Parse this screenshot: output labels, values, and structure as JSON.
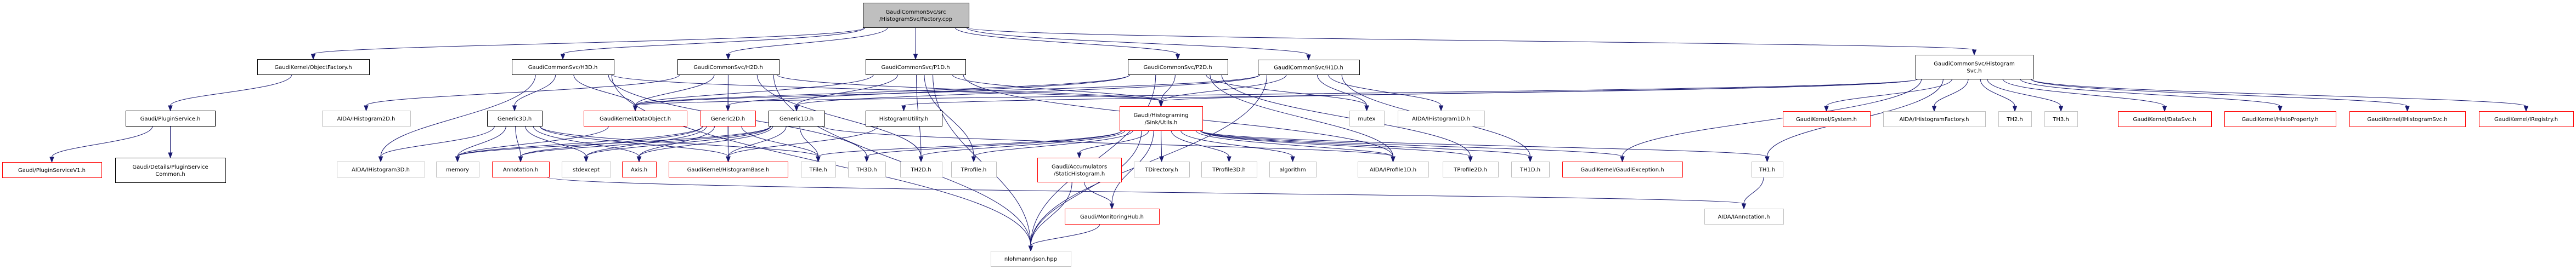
{
  "title": "Include dependency graph for GaudiCommonSvc/src/HistogramSvc/Factory.cpp",
  "colors": {
    "edge": "#191970",
    "root_fill": "#bfbfbf",
    "documented_border": "#000000",
    "undocumented_border": "#ff0000",
    "external_border": "#bfbfbf"
  },
  "nodes": [
    {
      "id": "root",
      "lines": [
        "GaudiCommonSvc/src",
        "/HistogramSvc/Factory.cpp"
      ],
      "style": "root"
    },
    {
      "id": "objfactory",
      "lines": [
        "GaudiKernel/ObjectFactory.h"
      ],
      "style": "doc"
    },
    {
      "id": "h3d",
      "lines": [
        "GaudiCommonSvc/H3D.h"
      ],
      "style": "doc"
    },
    {
      "id": "h2d",
      "lines": [
        "GaudiCommonSvc/H2D.h"
      ],
      "style": "doc"
    },
    {
      "id": "p1d",
      "lines": [
        "GaudiCommonSvc/P1D.h"
      ],
      "style": "doc"
    },
    {
      "id": "p2d",
      "lines": [
        "GaudiCommonSvc/P2D.h"
      ],
      "style": "doc"
    },
    {
      "id": "h1d",
      "lines": [
        "GaudiCommonSvc/H1D.h"
      ],
      "style": "doc"
    },
    {
      "id": "histsvc",
      "lines": [
        "GaudiCommonSvc/Histogram",
        "Svc.h"
      ],
      "style": "doc"
    },
    {
      "id": "pluginsvc",
      "lines": [
        "Gaudi/PluginService.h"
      ],
      "style": "doc"
    },
    {
      "id": "ihist2d",
      "lines": [
        "AIDA/IHistogram2D.h"
      ],
      "style": "ext"
    },
    {
      "id": "generic3d",
      "lines": [
        "Generic3D.h"
      ],
      "style": "doc"
    },
    {
      "id": "dataobject",
      "lines": [
        "GaudiKernel/DataObject.h"
      ],
      "style": "undoc"
    },
    {
      "id": "generic2d",
      "lines": [
        "Generic2D.h"
      ],
      "style": "undoc"
    },
    {
      "id": "generic1d",
      "lines": [
        "Generic1D.h"
      ],
      "style": "doc"
    },
    {
      "id": "histutil",
      "lines": [
        "HistogramUtility.h"
      ],
      "style": "doc"
    },
    {
      "id": "sinkutils",
      "lines": [
        "Gaudi/Histograming",
        "/Sink/Utils.h"
      ],
      "style": "undoc"
    },
    {
      "id": "mutex",
      "lines": [
        "mutex"
      ],
      "style": "ext"
    },
    {
      "id": "ihist1d",
      "lines": [
        "AIDA/IHistogram1D.h"
      ],
      "style": "ext"
    },
    {
      "id": "system",
      "lines": [
        "GaudiKernel/System.h"
      ],
      "style": "undoc"
    },
    {
      "id": "ihistfactory",
      "lines": [
        "AIDA/IHistogramFactory.h"
      ],
      "style": "ext"
    },
    {
      "id": "th2",
      "lines": [
        "TH2.h"
      ],
      "style": "ext"
    },
    {
      "id": "th3",
      "lines": [
        "TH3.h"
      ],
      "style": "ext"
    },
    {
      "id": "datasvc",
      "lines": [
        "GaudiKernel/DataSvc.h"
      ],
      "style": "undoc"
    },
    {
      "id": "histoprop",
      "lines": [
        "GaudiKernel/HistoProperty.h"
      ],
      "style": "undoc"
    },
    {
      "id": "ihistsvc",
      "lines": [
        "GaudiKernel/IHistogramSvc.h"
      ],
      "style": "undoc"
    },
    {
      "id": "iregistry",
      "lines": [
        "GaudiKernel/IRegistry.h"
      ],
      "style": "undoc"
    },
    {
      "id": "pluginv1",
      "lines": [
        "Gaudi/PluginServiceV1.h"
      ],
      "style": "undoc"
    },
    {
      "id": "plugincommon",
      "lines": [
        "Gaudi/Details/PluginService",
        "Common.h"
      ],
      "style": "doc"
    },
    {
      "id": "ihist3d",
      "lines": [
        "AIDA/IHistogram3D.h"
      ],
      "style": "ext"
    },
    {
      "id": "memory",
      "lines": [
        "memory"
      ],
      "style": "ext"
    },
    {
      "id": "annotation",
      "lines": [
        "Annotation.h"
      ],
      "style": "undoc"
    },
    {
      "id": "stdexcept",
      "lines": [
        "stdexcept"
      ],
      "style": "ext"
    },
    {
      "id": "axis",
      "lines": [
        "Axis.h"
      ],
      "style": "undoc"
    },
    {
      "id": "histbase",
      "lines": [
        "GaudiKernel/HistogramBase.h"
      ],
      "style": "undoc"
    },
    {
      "id": "tfile",
      "lines": [
        "TFile.h"
      ],
      "style": "ext"
    },
    {
      "id": "th3d",
      "lines": [
        "TH3D.h"
      ],
      "style": "ext"
    },
    {
      "id": "th2d",
      "lines": [
        "TH2D.h"
      ],
      "style": "ext"
    },
    {
      "id": "tprofile",
      "lines": [
        "TProfile.h"
      ],
      "style": "ext"
    },
    {
      "id": "statichist",
      "lines": [
        "Gaudi/Accumulators",
        "/StaticHistogram.h"
      ],
      "style": "undoc"
    },
    {
      "id": "tdirectory",
      "lines": [
        "TDirectory.h"
      ],
      "style": "ext"
    },
    {
      "id": "tprofile3d",
      "lines": [
        "TProfile3D.h"
      ],
      "style": "ext"
    },
    {
      "id": "algorithm",
      "lines": [
        "algorithm"
      ],
      "style": "ext"
    },
    {
      "id": "iprofile1d",
      "lines": [
        "AIDA/IProfile1D.h"
      ],
      "style": "ext"
    },
    {
      "id": "tprofile2d",
      "lines": [
        "TProfile2D.h"
      ],
      "style": "ext"
    },
    {
      "id": "th1d",
      "lines": [
        "TH1D.h"
      ],
      "style": "ext"
    },
    {
      "id": "gaudiexc",
      "lines": [
        "GaudiKernel/GaudiException.h"
      ],
      "style": "undoc"
    },
    {
      "id": "th1",
      "lines": [
        "TH1.h"
      ],
      "style": "ext"
    },
    {
      "id": "monhub",
      "lines": [
        "Gaudi/MonitoringHub.h"
      ],
      "style": "undoc"
    },
    {
      "id": "iannotation",
      "lines": [
        "AIDA/IAnnotation.h"
      ],
      "style": "ext"
    },
    {
      "id": "json",
      "lines": [
        "nlohmann/json.hpp"
      ],
      "style": "ext"
    }
  ],
  "edges": [
    [
      "root",
      "objfactory"
    ],
    [
      "root",
      "h3d"
    ],
    [
      "root",
      "h2d"
    ],
    [
      "root",
      "p1d"
    ],
    [
      "root",
      "p2d"
    ],
    [
      "root",
      "h1d"
    ],
    [
      "root",
      "histsvc"
    ],
    [
      "objfactory",
      "pluginsvc"
    ],
    [
      "pluginsvc",
      "pluginv1"
    ],
    [
      "pluginsvc",
      "plugincommon"
    ],
    [
      "h3d",
      "generic3d"
    ],
    [
      "h3d",
      "dataobject"
    ],
    [
      "h3d",
      "ihist3d"
    ],
    [
      "h3d",
      "sinkutils"
    ],
    [
      "h3d",
      "json"
    ],
    [
      "h3d",
      "th3d"
    ],
    [
      "h2d",
      "generic2d"
    ],
    [
      "h2d",
      "dataobject"
    ],
    [
      "h2d",
      "ihist2d"
    ],
    [
      "h2d",
      "sinkutils"
    ],
    [
      "h2d",
      "json"
    ],
    [
      "h2d",
      "th2d"
    ],
    [
      "h2d",
      "histbase"
    ],
    [
      "p1d",
      "generic1d"
    ],
    [
      "p1d",
      "dataobject"
    ],
    [
      "p1d",
      "sinkutils"
    ],
    [
      "p1d",
      "tprofile"
    ],
    [
      "p1d",
      "json"
    ],
    [
      "p1d",
      "iprofile1d"
    ],
    [
      "p1d",
      "th2d"
    ],
    [
      "p2d",
      "generic2d"
    ],
    [
      "p2d",
      "dataobject"
    ],
    [
      "p2d",
      "sinkutils"
    ],
    [
      "p2d",
      "tprofile2d"
    ],
    [
      "p2d",
      "json"
    ],
    [
      "p2d",
      "iprofile1d"
    ],
    [
      "p2d",
      "mutex"
    ],
    [
      "h1d",
      "generic1d"
    ],
    [
      "h1d",
      "dataobject"
    ],
    [
      "h1d",
      "sinkutils"
    ],
    [
      "h1d",
      "ihist1d"
    ],
    [
      "h1d",
      "mutex"
    ],
    [
      "h1d",
      "th1d"
    ],
    [
      "h1d",
      "json"
    ],
    [
      "histsvc",
      "system"
    ],
    [
      "histsvc",
      "ihistfactory"
    ],
    [
      "histsvc",
      "th2"
    ],
    [
      "histsvc",
      "th3"
    ],
    [
      "histsvc",
      "datasvc"
    ],
    [
      "histsvc",
      "histoprop"
    ],
    [
      "histsvc",
      "ihistsvc"
    ],
    [
      "histsvc",
      "iregistry"
    ],
    [
      "histsvc",
      "th1"
    ],
    [
      "histsvc",
      "histutil"
    ],
    [
      "histsvc",
      "dataobject"
    ],
    [
      "histsvc",
      "gaudiexc"
    ],
    [
      "histsvc",
      "sinkutils"
    ],
    [
      "generic3d",
      "ihist3d"
    ],
    [
      "generic3d",
      "memory"
    ],
    [
      "generic3d",
      "annotation"
    ],
    [
      "generic3d",
      "stdexcept"
    ],
    [
      "generic3d",
      "axis"
    ],
    [
      "generic3d",
      "histbase"
    ],
    [
      "generic3d",
      "tfile"
    ],
    [
      "dataobject",
      "memory"
    ],
    [
      "generic2d",
      "memory"
    ],
    [
      "generic2d",
      "annotation"
    ],
    [
      "generic2d",
      "stdexcept"
    ],
    [
      "generic2d",
      "axis"
    ],
    [
      "generic2d",
      "histbase"
    ],
    [
      "generic2d",
      "tfile"
    ],
    [
      "generic1d",
      "memory"
    ],
    [
      "generic1d",
      "annotation"
    ],
    [
      "generic1d",
      "stdexcept"
    ],
    [
      "generic1d",
      "axis"
    ],
    [
      "generic1d",
      "histbase"
    ],
    [
      "generic1d",
      "tfile"
    ],
    [
      "generic1d",
      "iprofile1d"
    ],
    [
      "histutil",
      "histbase"
    ],
    [
      "sinkutils",
      "statichist"
    ],
    [
      "sinkutils",
      "tdirectory"
    ],
    [
      "sinkutils",
      "tprofile3d"
    ],
    [
      "sinkutils",
      "algorithm"
    ],
    [
      "sinkutils",
      "iprofile1d"
    ],
    [
      "sinkutils",
      "tprofile2d"
    ],
    [
      "sinkutils",
      "th1d"
    ],
    [
      "sinkutils",
      "gaudiexc"
    ],
    [
      "sinkutils",
      "th1"
    ],
    [
      "sinkutils",
      "tfile"
    ],
    [
      "sinkutils",
      "th3d"
    ],
    [
      "sinkutils",
      "th2d"
    ],
    [
      "sinkutils",
      "tprofile"
    ],
    [
      "sinkutils",
      "monhub"
    ],
    [
      "sinkutils",
      "json"
    ],
    [
      "annotation",
      "iannotation"
    ],
    [
      "statichist",
      "monhub"
    ],
    [
      "statichist",
      "json"
    ],
    [
      "monhub",
      "json"
    ],
    [
      "th1",
      "iannotation"
    ]
  ]
}
